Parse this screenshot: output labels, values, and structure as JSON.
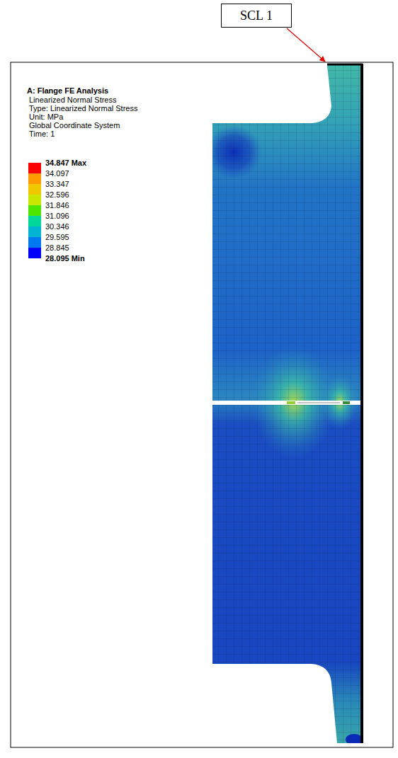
{
  "diagram": {
    "nodes": [
      {
        "text": [
          "SCL 1"
        ]
      }
    ],
    "labels": [
      "A: Flange FE Analysis",
      "Linearized Normal Stress",
      "Type: Linearized Normal Stress",
      "Unit: MPa",
      "Global Coordinate System",
      "Time: 1",
      "28.095 Min"
    ],
    "legend": [
      {
        "text": "34.847 Max",
        "color": "#ff0000"
      },
      {
        "text": "34.097",
        "color": "#ff9b00"
      },
      {
        "text": "33.347",
        "color": "#f0c800"
      },
      {
        "text": "32.596",
        "color": "#c8e600"
      },
      {
        "text": "31.846",
        "color": "#4ee600"
      },
      {
        "text": "31.096",
        "color": "#00d79b"
      },
      {
        "text": "30.346",
        "color": "#00b4d2"
      },
      {
        "text": "29.595",
        "color": "#0078f0"
      },
      {
        "text": "28.845",
        "color": "#0000ff"
      }
    ]
  }
}
